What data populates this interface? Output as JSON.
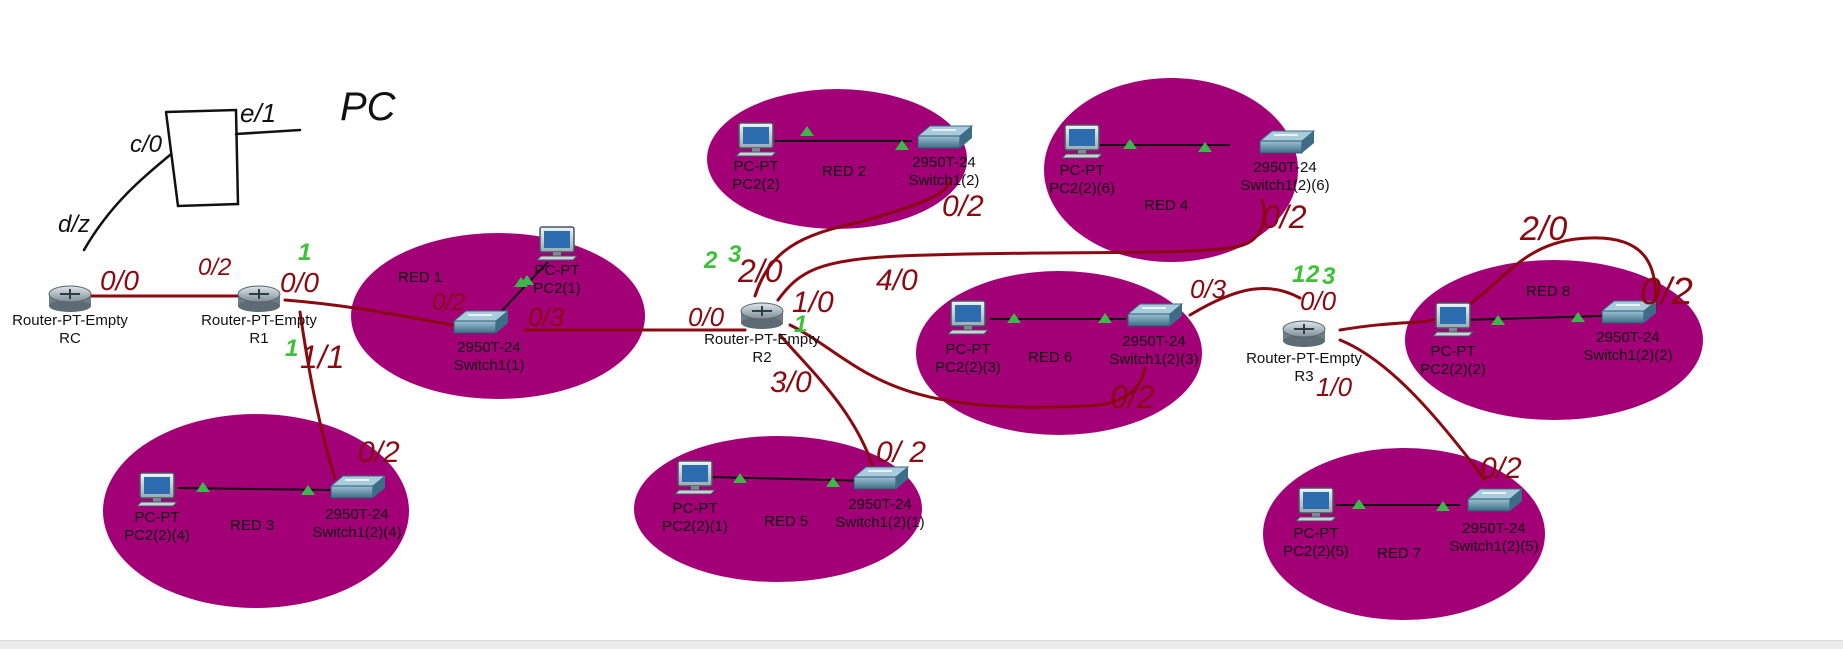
{
  "colors": {
    "cloud": "#a30078",
    "link": "#111111",
    "link_light": "#8aa0ac",
    "ink_red": "#8a0a12",
    "ink_green": "#3ec13a",
    "ink_black": "#111111",
    "port_up": "#3bb84a"
  },
  "icons": {
    "router": "router-icon",
    "switch": "switch-icon",
    "pc": "pc-icon"
  },
  "networks": [
    {
      "id": "red1",
      "label": "RED 1"
    },
    {
      "id": "red2",
      "label": "RED 2"
    },
    {
      "id": "red3",
      "label": "RED 3"
    },
    {
      "id": "red4",
      "label": "RED 4"
    },
    {
      "id": "red5",
      "label": "RED 5"
    },
    {
      "id": "red6",
      "label": "RED 6"
    },
    {
      "id": "red7",
      "label": "RED 7"
    },
    {
      "id": "red8",
      "label": "RED 8"
    }
  ],
  "routers": [
    {
      "id": "rc",
      "model": "Router-PT-Empty",
      "name": "RC"
    },
    {
      "id": "r1",
      "model": "Router-PT-Empty",
      "name": "R1"
    },
    {
      "id": "r2",
      "model": "Router-PT-Empty",
      "name": "R2"
    },
    {
      "id": "r3",
      "model": "Router-PT-Empty",
      "name": "R3"
    }
  ],
  "switches": [
    {
      "id": "sw1",
      "model": "2950T-24",
      "name": "Switch1(1)"
    },
    {
      "id": "sw2",
      "model": "2950T-24",
      "name": "Switch1(2)"
    },
    {
      "id": "sw3",
      "model": "2950T-24",
      "name": "Switch1(2)(4)"
    },
    {
      "id": "sw4",
      "model": "2950T-24",
      "name": "Switch1(2)(6)"
    },
    {
      "id": "sw5",
      "model": "2950T-24",
      "name": "Switch1(2)(1)"
    },
    {
      "id": "sw6",
      "model": "2950T-24",
      "name": "Switch1(2)(3)"
    },
    {
      "id": "sw7",
      "model": "2950T-24",
      "name": "Switch1(2)(5)"
    },
    {
      "id": "sw8",
      "model": "2950T-24",
      "name": "Switch1(2)(2)"
    }
  ],
  "pcs": [
    {
      "id": "pc1",
      "model": "PC-PT",
      "name": "PC2(1)"
    },
    {
      "id": "pc2",
      "model": "PC-PT",
      "name": "PC2(2)"
    },
    {
      "id": "pc3",
      "model": "PC-PT",
      "name": "PC2(2)(4)"
    },
    {
      "id": "pc4",
      "model": "PC-PT",
      "name": "PC2(2)(6)"
    },
    {
      "id": "pc5",
      "model": "PC-PT",
      "name": "PC2(2)(1)"
    },
    {
      "id": "pc6",
      "model": "PC-PT",
      "name": "PC2(2)(3)"
    },
    {
      "id": "pc7",
      "model": "PC-PT",
      "name": "PC2(2)(5)"
    },
    {
      "id": "pc8",
      "model": "PC-PT",
      "name": "PC2(2)(2)"
    }
  ],
  "annotations": {
    "legend_pc": "PC",
    "legend_e": "e/1",
    "legend_c": "c/0",
    "legend_d": "d/z",
    "rc_port": "0/0",
    "r1_left": "0/2",
    "r1_right": "0/0",
    "r1_down": "1/1",
    "r1_sw1": "0/2",
    "sw1_r2": "0/3",
    "sw3_port": "0/2",
    "r2_left": "0/0",
    "r2_top": "2/0",
    "r2_right": "1/0",
    "r2_up": "4/0",
    "r2_down": "3/0",
    "sw2_port": "0/2",
    "sw4_port": "0/2",
    "sw6_port": "0/2",
    "sw5_port": "0/ 2",
    "r3_left": "0/3",
    "r3_top": "0/0",
    "r3_down": "1/0",
    "r3_up": "2/0",
    "sw8_port": "0/2",
    "sw7_port": "0/2",
    "green_r1": "1",
    "green_r1_b": "1",
    "green_r2_a": "2",
    "green_r2_b": "3",
    "green_r2_c": "1",
    "green_r3_a": "1",
    "green_r3_b": "2",
    "green_r3_c": "3"
  }
}
